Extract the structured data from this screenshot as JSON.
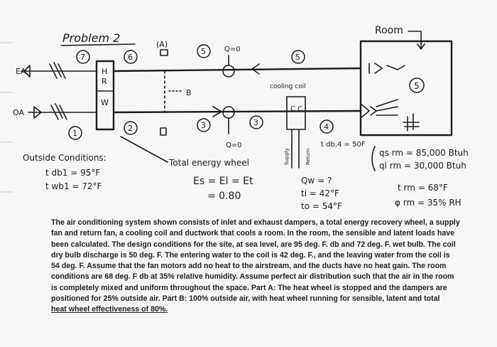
{
  "labels": {
    "problem_title": "Problem 2",
    "room": "Room",
    "ea": "EA",
    "oa": "OA",
    "station_1": "1",
    "station_2": "2",
    "station_3": "3",
    "station_4": "4",
    "station_5_top": "5",
    "station_5_coil": "5",
    "station_5_room": "5",
    "station_6": "6",
    "station_7": "7",
    "damper_a": "(A)",
    "damper_b": "B",
    "heat_wheel_h": "H",
    "heat_wheel_r": "R",
    "heat_wheel_w": "W",
    "fan_q_top": "Q=0",
    "fan_q_bottom": "Q=0",
    "cooling_coil": "cooling coil",
    "coil_letters": "C C",
    "supply_leg": "Supply",
    "return_leg": "Return",
    "t_db4": "t db,4 = 50F",
    "outside_conditions": "Outside Conditions:",
    "t_db1": "t db1 = 95°F",
    "t_wb1": "t wb1 = 72°F",
    "total_energy_wheel": "Total energy wheel",
    "effectiveness_eq": "Es = El = Et",
    "effectiveness_val": "= 0.80",
    "qw": "Qw = ?",
    "ti": "ti = 42°F",
    "to": "to = 54°F",
    "qs_rm": "qs rm = 85,000 Btuh",
    "ql_rm": "ql rm = 30,000 Btuh",
    "t_rm": "t rm = 68°F",
    "phi_rm": "φ rm = 35% RH"
  },
  "paragraph": {
    "lines": [
      "The air conditioning system shown consists of inlet and exhaust dampers, a total energy recovery wheel, a supply",
      "fan and return fan, a cooling coil and ductwork that cools a room. In the room, the sensible and latent loads have",
      "been calculated. The design conditions for the site, at sea level, are 95 deg. F. db and 72 deg. F. wet bulb. The coil",
      "dry bulb discharge is 50 deg. F. The entering water to the coil is 42 deg. F., and the leaving water from the coil is",
      "54 deg. F. Assume that the fan motors add no heat to the airstream, and the ducts have no heat gain. The room",
      "conditions are 68 deg. F db at 35% relative humidity. Assume perfect air distribution such that the air in the room",
      "is completely mixed and uniform throughout the space. Part A: The heat wheel is stopped and the dampers are",
      "positioned for 25% outside air. Part B: 100% outside air, with heat wheel running for sensible, latent and total",
      "heat wheel effectiveness of 80%."
    ]
  }
}
